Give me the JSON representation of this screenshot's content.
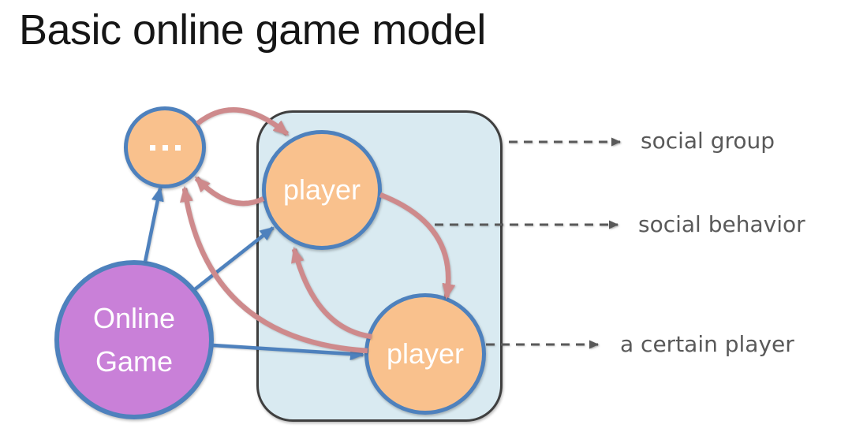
{
  "slide": {
    "title": "Basic online game model"
  },
  "nodes": {
    "online_game": {
      "line1": "Online",
      "line2": "Game"
    },
    "other_players": {
      "label": "..."
    },
    "player_top": {
      "label": "player"
    },
    "player_bottom": {
      "label": "player"
    }
  },
  "annotations": {
    "social_group": {
      "label": "social group"
    },
    "social_behavior": {
      "label": "social behavior"
    },
    "a_certain_player": {
      "label": "a certain player"
    }
  },
  "edges": [
    {
      "from": "online_game",
      "to": "other_players",
      "color": "blue"
    },
    {
      "from": "online_game",
      "to": "player_top",
      "color": "blue"
    },
    {
      "from": "online_game",
      "to": "player_bottom",
      "color": "blue"
    },
    {
      "from": "other_players",
      "to": "player_top",
      "color": "pink"
    },
    {
      "from": "player_top",
      "to": "other_players",
      "color": "pink"
    },
    {
      "from": "player_top",
      "to": "player_bottom",
      "color": "pink"
    },
    {
      "from": "player_bottom",
      "to": "player_top",
      "color": "pink"
    },
    {
      "from": "player_bottom",
      "to": "other_players",
      "color": "pink"
    },
    {
      "from": "group_box",
      "to": "social_group",
      "color": "gray-dashed"
    },
    {
      "from": "player_interaction",
      "to": "social_behavior",
      "color": "gray-dashed"
    },
    {
      "from": "player_bottom",
      "to": "a_certain_player",
      "color": "gray-dashed"
    }
  ],
  "palette": {
    "node_fill_orange": "#f9c18d",
    "node_fill_purple": "#c980d8",
    "node_border_blue": "#4e81bd",
    "arrow_blue": "#4e81bd",
    "arrow_pink": "#ce8a8c",
    "group_box_fill": "#d9eaf1",
    "group_box_border": "#3f3f3f",
    "annotation_gray": "#595959",
    "title_color": "#161616"
  }
}
